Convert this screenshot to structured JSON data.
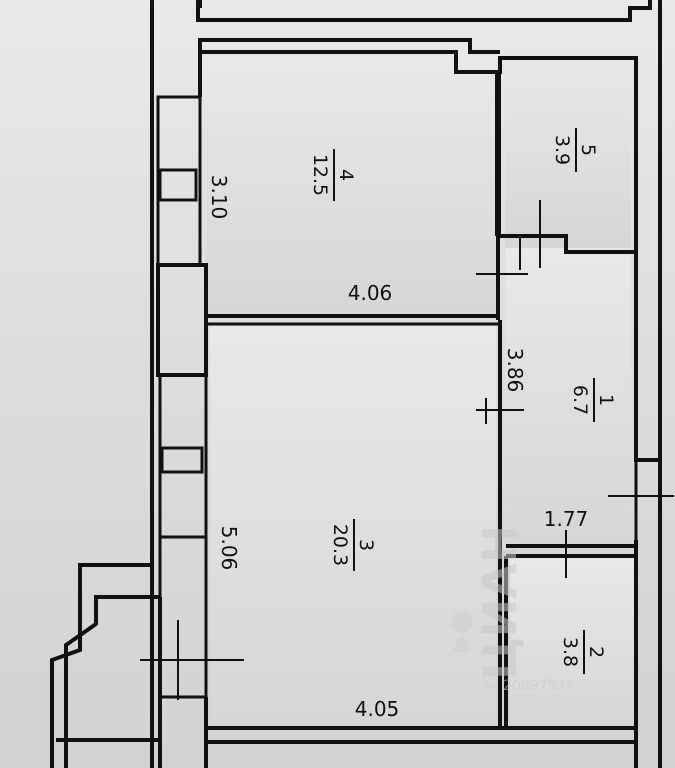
{
  "rooms": [
    {
      "number": "4",
      "area": "12.5"
    },
    {
      "number": "5",
      "area": "3.9"
    },
    {
      "number": "1",
      "area": "6.7"
    },
    {
      "number": "3",
      "area": "20.3"
    },
    {
      "number": "2",
      "area": "3.8"
    }
  ],
  "dimensions": {
    "room4_width": "4.06",
    "room4_depth": "3.10",
    "corridor_length": "3.86",
    "corridor_width": "1.77",
    "room3_depth": "5.06",
    "room3_width": "4.05"
  },
  "watermark": {
    "brand": "ЦИАН",
    "id": "№ 2099753?"
  },
  "colors": {
    "wall": "#111111",
    "floor": "#e4e4e4",
    "background": "#dcdcdc"
  }
}
